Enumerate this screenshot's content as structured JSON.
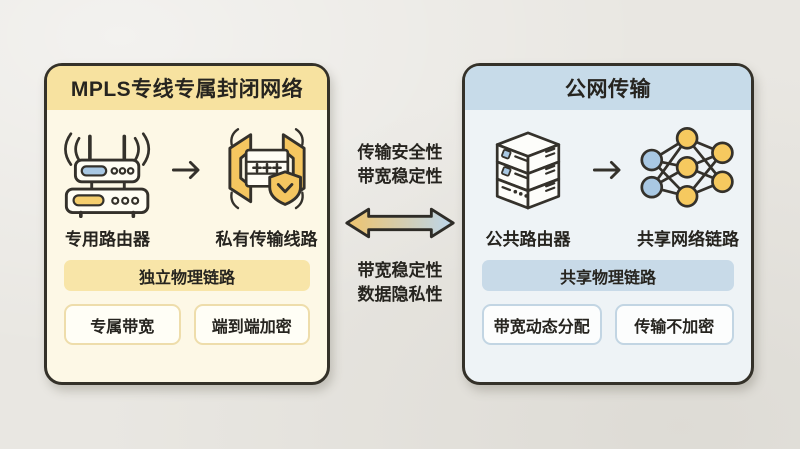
{
  "diagram": {
    "left_panel": {
      "title": "MPLS专线专属封闭网络",
      "items": [
        {
          "icon": "dedicated-router-icon",
          "label": "专用路由器"
        },
        {
          "icon": "private-line-shield-icon",
          "label": "私有传输线路"
        }
      ],
      "flow_arrow_icon": "right-arrow-icon",
      "band_label": "独立物理链路",
      "badges": [
        "专属带宽",
        "端到端加密"
      ],
      "colors": {
        "header": "#f7e2a0",
        "body": "#fdf8e6",
        "band": "#f8e5a8",
        "badge_border": "#eeddab",
        "accent_yellow": "#f5c660",
        "slot_blue": "#a9c8e3"
      }
    },
    "center": {
      "top_label_lines": [
        "传输安全性",
        "带宽稳定性"
      ],
      "bottom_label_lines": [
        "带宽稳定性",
        "数据隐私性"
      ],
      "arrow_icon": "double-headed-gradient-arrow-icon",
      "arrow_gradient": [
        "#eec36d",
        "#bcd6ec"
      ]
    },
    "right_panel": {
      "title": "公网传输",
      "items": [
        {
          "icon": "public-server-icon",
          "label": "公共路由器"
        },
        {
          "icon": "shared-network-graph-icon",
          "label": "共享网络链路"
        }
      ],
      "flow_arrow_icon": "right-arrow-icon",
      "band_label": "共享物理链路",
      "badges": [
        "带宽动态分配",
        "传输不加密"
      ],
      "colors": {
        "header": "#c7dbe9",
        "body": "#eef3f6",
        "band": "#c8dae8",
        "badge_border": "#c2d5e3",
        "node_blue": "#a9c8e3",
        "node_yellow": "#f6c95f"
      }
    }
  }
}
